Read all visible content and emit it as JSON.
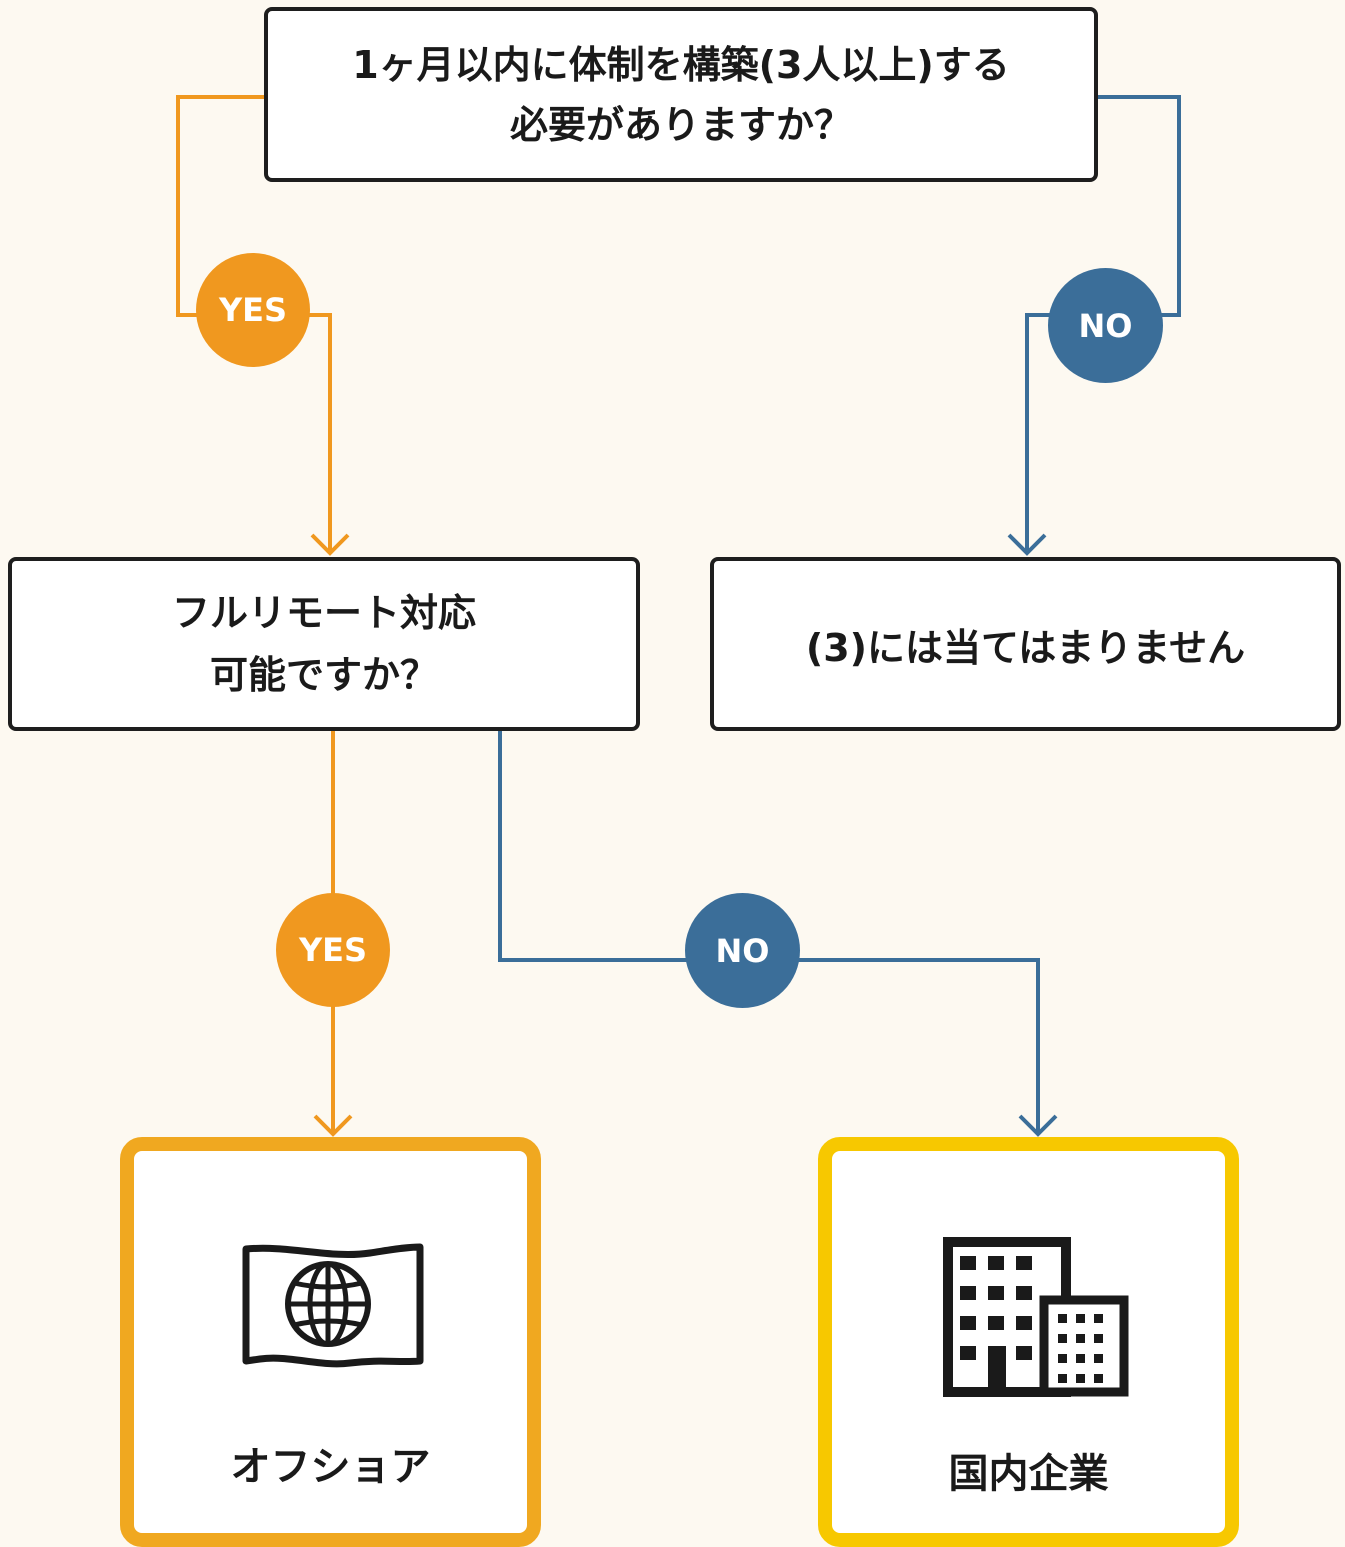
{
  "nodes": {
    "q1": {
      "line1": "1ヶ月以内に体制を構築(3人以上)する",
      "line2": "必要がありますか？"
    },
    "q2": {
      "line1": "フルリモート対応",
      "line2": "可能ですか？"
    },
    "not_applicable": {
      "text": "(3)には当てはまりません"
    }
  },
  "badges": {
    "yes": "YES",
    "no": "NO"
  },
  "results": {
    "offshore": "オフショア",
    "domestic": "国内企業"
  },
  "icons": {
    "offshore": "globe-flag-icon",
    "domestic": "office-building-icon"
  },
  "colors": {
    "yes": "#f0981f",
    "no": "#3b6e99",
    "offshore_border": "#f0a820",
    "domestic_border": "#f7c800",
    "background": "#fdf9f1"
  }
}
